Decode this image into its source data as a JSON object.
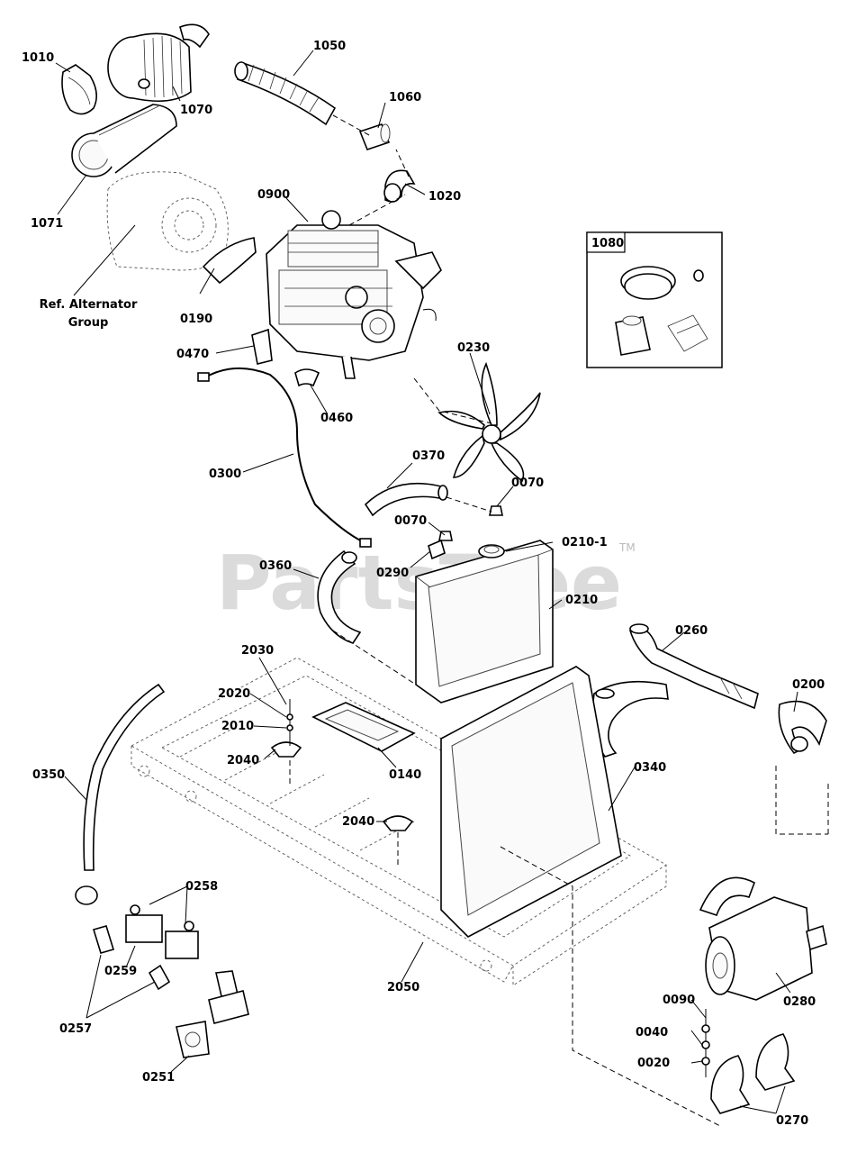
{
  "watermark": {
    "text": "PartsTree",
    "tm": "TM"
  },
  "reference": {
    "line1": "Ref. Alternator",
    "line2": "Group"
  },
  "inset": {
    "label": "1080"
  },
  "labels": {
    "p1010": "1010",
    "p1070": "1070",
    "p1050": "1050",
    "p1060": "1060",
    "p1020": "1020",
    "p1071": "1071",
    "p0900": "0900",
    "p0190": "0190",
    "p0470": "0470",
    "p0460": "0460",
    "p0230": "0230",
    "p0300": "0300",
    "p0370": "0370",
    "p0070a": "0070",
    "p0070b": "0070",
    "p0210_1": "0210-1",
    "p0290": "0290",
    "p0360": "0360",
    "p0210": "0210",
    "p0260": "0260",
    "p0200": "0200",
    "p2030": "2030",
    "p2020": "2020",
    "p2010": "2010",
    "p2040a": "2040",
    "p0140": "0140",
    "p0340": "0340",
    "p0350": "0350",
    "p2040b": "2040",
    "p0258": "0258",
    "p0259": "0259",
    "p2050": "2050",
    "p0257": "0257",
    "p0251": "0251",
    "p0280": "0280",
    "p0090": "0090",
    "p0040": "0040",
    "p0020": "0020",
    "p0270": "0270"
  }
}
